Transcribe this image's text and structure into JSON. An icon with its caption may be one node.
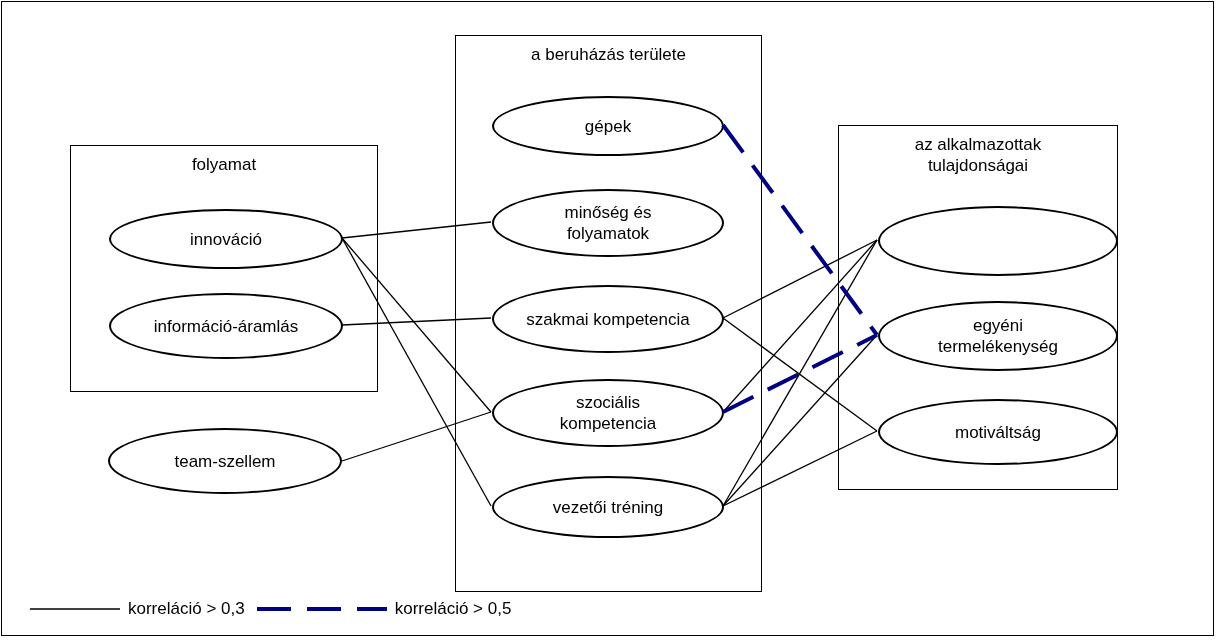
{
  "diagram": {
    "nodes": [
      {
        "text": [
          "folyamat"
        ]
      },
      {
        "text": [
          "innováció"
        ],
        "in": 0
      },
      {
        "text": [
          "információ-áramlás"
        ],
        "in": 0
      },
      {
        "text": [
          "team-szellem"
        ]
      },
      {
        "text": [
          "a beruházás területe"
        ]
      },
      {
        "text": [
          "gépek"
        ],
        "in": 4
      },
      {
        "text": [
          "minőség és folyamatok"
        ],
        "in": 4
      },
      {
        "text": [
          "szakmai kompetencia"
        ],
        "in": 4
      },
      {
        "text": [
          "szociális kompetencia"
        ],
        "in": 4
      },
      {
        "text": [
          "vezetői tréning"
        ],
        "in": 4
      },
      {
        "text": [
          "az alkalmazottak tulajdonságai"
        ]
      },
      {
        "text": [],
        "shape": "ellipse",
        "in": 10
      },
      {
        "text": [
          "egyéni termelékenység"
        ],
        "in": 10
      },
      {
        "text": [
          "motiváltság"
        ],
        "in": 10
      }
    ],
    "edges": [
      {
        "from": 1,
        "to": 6,
        "arrow": "none"
      },
      {
        "from": 1,
        "to": 8,
        "arrow": "none"
      },
      {
        "from": 1,
        "to": 9,
        "arrow": "none"
      },
      {
        "from": 2,
        "to": 7,
        "arrow": "none"
      },
      {
        "from": 3,
        "to": 8,
        "arrow": "none"
      },
      {
        "from": 7,
        "to": 11,
        "arrow": "none"
      },
      {
        "from": 7,
        "to": 13,
        "arrow": "none"
      },
      {
        "from": 8,
        "to": 11,
        "arrow": "none"
      },
      {
        "from": 9,
        "to": 11,
        "arrow": "none"
      },
      {
        "from": 9,
        "to": 12,
        "arrow": "none"
      },
      {
        "from": 9,
        "to": 13,
        "arrow": "none"
      },
      {
        "from": 5,
        "to": 12,
        "arrow": "none",
        "style": "dashed",
        "color": "#000080"
      },
      {
        "from": 8,
        "to": 12,
        "arrow": "none",
        "style": "dashed",
        "color": "#000080"
      }
    ],
    "legend": [
      {
        "text": "korreláció > 0,3"
      },
      {
        "text": "korreláció > 0,5"
      }
    ]
  }
}
